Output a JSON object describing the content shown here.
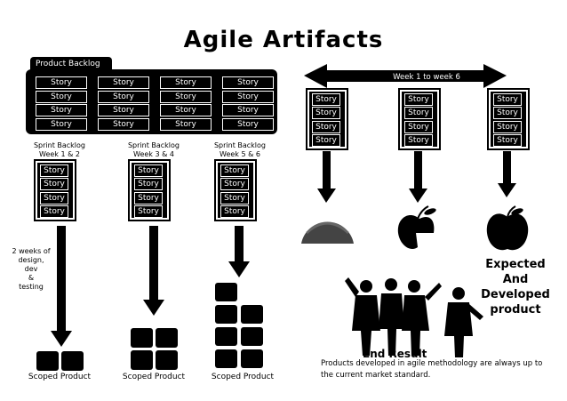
{
  "title": "Agile Artifacts",
  "product_backlog": {
    "label": "Product Backlog",
    "rows": [
      [
        "Story",
        "Story",
        "Story",
        "Story"
      ],
      [
        "Story",
        "Story",
        "Story",
        "Story"
      ],
      [
        "Story",
        "Story",
        "Story",
        "Story"
      ],
      [
        "Story",
        "Story",
        "Story",
        "Story"
      ]
    ]
  },
  "sprints": [
    {
      "label_line1": "Sprint Backlog",
      "label_line2": "Week 1 & 2",
      "stories": [
        "Story",
        "Story",
        "Story",
        "Story"
      ],
      "scoped": "Scoped Product"
    },
    {
      "label_line1": "Sprint Backlog",
      "label_line2": "Week 3 & 4",
      "stories": [
        "Story",
        "Story",
        "Story",
        "Story"
      ],
      "scoped": "Scoped Product"
    },
    {
      "label_line1": "Sprint Backlog",
      "label_line2": "Week 5 & 6",
      "stories": [
        "Story",
        "Story",
        "Story",
        "Story"
      ],
      "scoped": "Scoped Product"
    }
  ],
  "note_lines": [
    "2 weeks of",
    "design,",
    "dev",
    "&",
    "testing"
  ],
  "timeline": {
    "label": "Week 1 to week 6",
    "columns": [
      {
        "stories": [
          "Story",
          "Story",
          "Story",
          "Story"
        ]
      },
      {
        "stories": [
          "Story",
          "Story",
          "Story",
          "Story"
        ]
      },
      {
        "stories": [
          "Story",
          "Story",
          "Story",
          "Story"
        ]
      }
    ]
  },
  "expected": [
    "Expected",
    "And",
    "Developed",
    "product"
  ],
  "end_result": {
    "title": "End Result",
    "text_line1": "Products developed in agile methodology are always up to",
    "text_line2": "the current market standard."
  }
}
